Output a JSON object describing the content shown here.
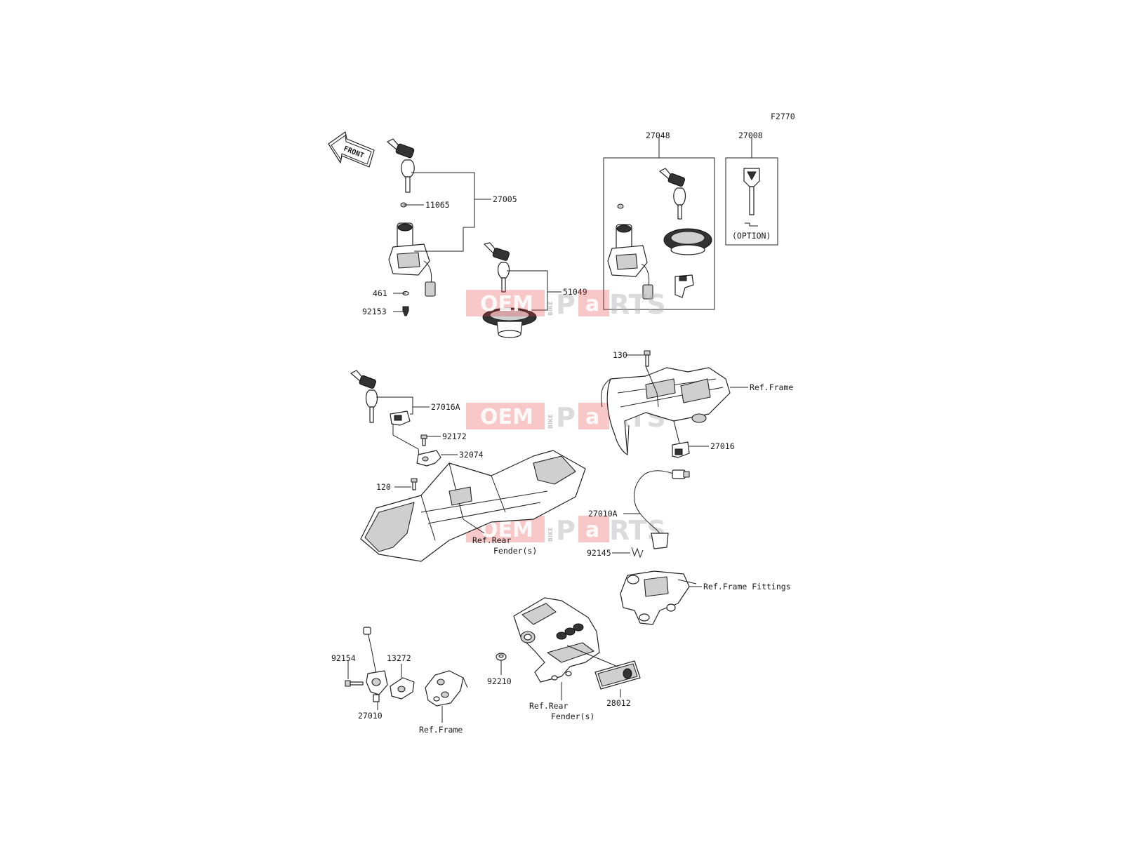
{
  "figure_code": "F2770",
  "front_label": "FRONT",
  "watermark": {
    "oem": "OEM",
    "bike": "BIKE",
    "parts_prefix": "P",
    "parts_mid": "a",
    "parts_suffix": "RTS"
  },
  "labels": {
    "p27005": "27005",
    "p11065": "11065",
    "p461": "461",
    "p92153": "92153",
    "p51049": "51049",
    "p27048": "27048",
    "p27008": "27008",
    "option": "(OPTION)",
    "p130": "130",
    "ref_frame_1": "Ref.Frame",
    "p27016": "27016",
    "p27016a": "27016A",
    "p92172": "92172",
    "p32074": "32074",
    "p120": "120",
    "ref_rear_1a": "Ref.Rear",
    "ref_rear_1b": "Fender(s)",
    "p27010a": "27010A",
    "p92145": "92145",
    "ref_frame_fittings": "Ref.Frame Fittings",
    "p92154": "92154",
    "p13272": "13272",
    "p27010": "27010",
    "ref_frame_2": "Ref.Frame",
    "p92210": "92210",
    "ref_rear_2a": "Ref.Rear",
    "ref_rear_2b": "Fender(s)",
    "p28012": "28012"
  }
}
